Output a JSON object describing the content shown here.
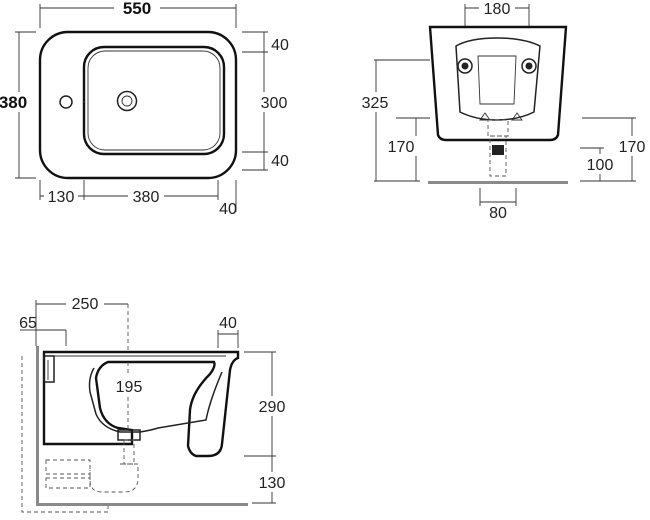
{
  "top_view": {
    "width_total": "550",
    "height_total": "380",
    "margin_top": "40",
    "bowl_height": "300",
    "margin_bottom": "40",
    "left_offset": "130",
    "bowl_width": "380",
    "right_margin": "40"
  },
  "back_view": {
    "bracket_spacing": "180",
    "bracket_height": "325",
    "drain_height_left": "170",
    "drain_height_right": "170",
    "drain_offset": "100",
    "drain_width": "80"
  },
  "side_view": {
    "wall_gap": "65",
    "depth_to_drain": "250",
    "front_margin": "40",
    "bowl_depth": "195",
    "unit_height": "290",
    "floor_clearance": "130"
  }
}
